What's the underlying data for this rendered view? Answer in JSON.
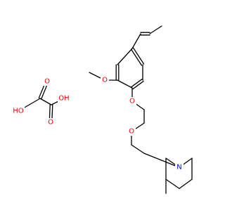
{
  "colors": {
    "bond": "#000000",
    "oxygen": "#ff0000",
    "nitrogen": "#0000ff",
    "background": "#ffffff"
  },
  "molecule": {
    "atoms": [
      {
        "id": "C1",
        "element": "C"
      },
      {
        "id": "C2",
        "element": "C"
      },
      {
        "id": "C3",
        "element": "C"
      },
      {
        "id": "C4",
        "element": "C"
      },
      {
        "id": "C5",
        "element": "C"
      },
      {
        "id": "C6",
        "element": "C"
      },
      {
        "id": "C7",
        "element": "C"
      },
      {
        "id": "C8",
        "element": "C"
      },
      {
        "id": "C9",
        "element": "C"
      },
      {
        "id": "O1",
        "element": "O",
        "label": "O"
      },
      {
        "id": "C10",
        "element": "C"
      },
      {
        "id": "O2",
        "element": "O",
        "label": "O"
      },
      {
        "id": "C11",
        "element": "C"
      },
      {
        "id": "C12",
        "element": "C"
      },
      {
        "id": "O3",
        "element": "O",
        "label": "O"
      },
      {
        "id": "C13",
        "element": "C"
      },
      {
        "id": "C14",
        "element": "C"
      },
      {
        "id": "N1",
        "element": "N",
        "label": "N"
      },
      {
        "id": "C15",
        "element": "C"
      },
      {
        "id": "C16",
        "element": "C"
      },
      {
        "id": "C17",
        "element": "C"
      },
      {
        "id": "C18",
        "element": "C"
      },
      {
        "id": "C19",
        "element": "C"
      },
      {
        "id": "C20",
        "element": "C"
      },
      {
        "id": "C21",
        "element": "C"
      },
      {
        "id": "C22",
        "element": "C"
      },
      {
        "id": "O4",
        "element": "O",
        "label": "O"
      },
      {
        "id": "O5",
        "element": "O",
        "label": "HO"
      },
      {
        "id": "O6",
        "element": "O",
        "label": "O"
      },
      {
        "id": "O7",
        "element": "O",
        "label": "OH"
      }
    ],
    "bonds": [
      {
        "a": "C1",
        "b": "C2",
        "order": 1
      },
      {
        "a": "C2",
        "b": "C3",
        "order": 2
      },
      {
        "a": "C3",
        "b": "C4",
        "order": 1
      },
      {
        "a": "C4",
        "b": "C5",
        "order": 2
      },
      {
        "a": "C5",
        "b": "C6",
        "order": 1
      },
      {
        "a": "C6",
        "b": "C7",
        "order": 2
      },
      {
        "a": "C7",
        "b": "C8",
        "order": 1
      },
      {
        "a": "C8",
        "b": "C9",
        "order": 2
      },
      {
        "a": "C9",
        "b": "C4",
        "order": 1
      },
      {
        "a": "C8",
        "b": "O1",
        "order": 1
      },
      {
        "a": "O1",
        "b": "C10",
        "order": 1
      },
      {
        "a": "C7",
        "b": "O2",
        "order": 1
      },
      {
        "a": "O2",
        "b": "C11",
        "order": 1
      },
      {
        "a": "C11",
        "b": "C12",
        "order": 1
      },
      {
        "a": "C12",
        "b": "O3",
        "order": 1
      },
      {
        "a": "O3",
        "b": "C13",
        "order": 1
      },
      {
        "a": "C13",
        "b": "C14",
        "order": 1
      },
      {
        "a": "C14",
        "b": "N1",
        "order": 1
      },
      {
        "a": "N1",
        "b": "C15",
        "order": 1
      },
      {
        "a": "C15",
        "b": "C16",
        "order": 1
      },
      {
        "a": "C16",
        "b": "C17",
        "order": 1
      },
      {
        "a": "C17",
        "b": "C18",
        "order": 1
      },
      {
        "a": "C18",
        "b": "C19",
        "order": 1
      },
      {
        "a": "C19",
        "b": "N1",
        "order": 1
      },
      {
        "a": "C16",
        "b": "C20",
        "order": 1
      },
      {
        "a": "C21",
        "b": "C22",
        "order": 1
      },
      {
        "a": "C21",
        "b": "O4",
        "order": 2
      },
      {
        "a": "C21",
        "b": "O5",
        "order": 1
      },
      {
        "a": "C22",
        "b": "O6",
        "order": 2
      },
      {
        "a": "C22",
        "b": "O7",
        "order": 1
      }
    ]
  }
}
